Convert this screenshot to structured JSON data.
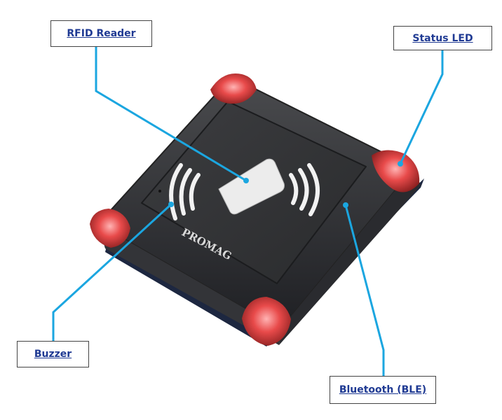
{
  "callouts": {
    "rfid_reader": "RFID Reader",
    "status_led": "Status LED",
    "buzzer": "Buzzer",
    "bluetooth": "Bluetooth (BLE)"
  },
  "device": {
    "brand": "PROMAG"
  },
  "colors": {
    "callout_text": "#1f3a93",
    "leader_line": "#1ba6e0",
    "device_body": "#3a3b3d",
    "device_top": "#2b2c2e",
    "led_red": "#e04848",
    "card": "#ececec"
  }
}
